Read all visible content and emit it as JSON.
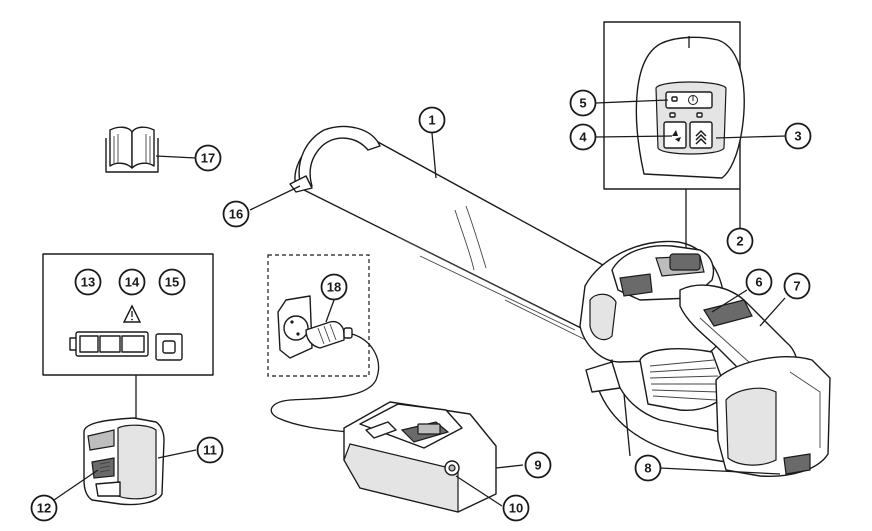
{
  "callouts": [
    {
      "id": "c1",
      "label": "1"
    },
    {
      "id": "c2",
      "label": "2"
    },
    {
      "id": "c3",
      "label": "3"
    },
    {
      "id": "c4",
      "label": "4"
    },
    {
      "id": "c5",
      "label": "5"
    },
    {
      "id": "c6",
      "label": "6"
    },
    {
      "id": "c7",
      "label": "7"
    },
    {
      "id": "c8",
      "label": "8"
    },
    {
      "id": "c9",
      "label": "9"
    },
    {
      "id": "c10",
      "label": "10"
    },
    {
      "id": "c11",
      "label": "11"
    },
    {
      "id": "c12",
      "label": "12"
    },
    {
      "id": "c13",
      "label": "13"
    },
    {
      "id": "c14",
      "label": "14"
    },
    {
      "id": "c15",
      "label": "15"
    },
    {
      "id": "c16",
      "label": "16"
    },
    {
      "id": "c17",
      "label": "17"
    },
    {
      "id": "c18",
      "label": "18"
    }
  ],
  "icons": {
    "manual": "book-icon",
    "warning": "warning-triangle-icon",
    "power": "power-icon",
    "eco_mode": "fan-eco-icon",
    "turbo": "turbo-chevrons-icon",
    "battery_level": "battery-level-icon",
    "outlet": "power-outlet-icon"
  },
  "colors": {
    "line": "#1a1a1a",
    "shade_dark": "#6a6a6a",
    "shade_mid": "#bdbdbd",
    "shade_light": "#e4e4e4"
  }
}
